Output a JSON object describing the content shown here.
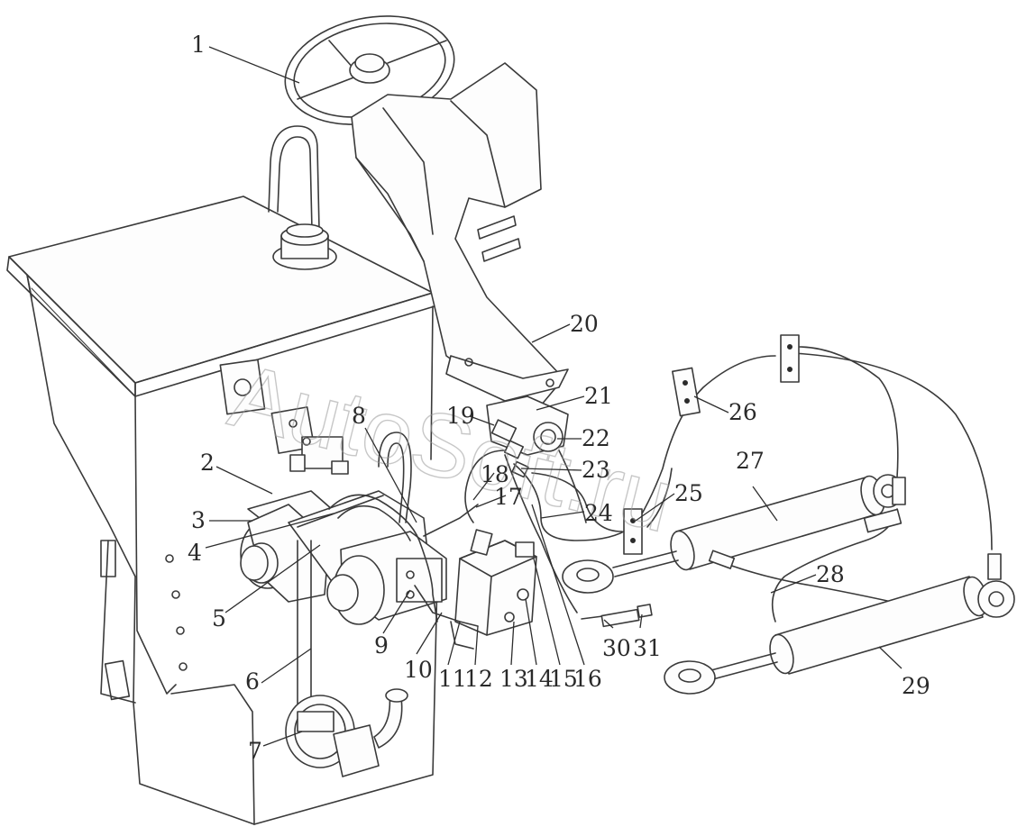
{
  "watermark": "AutoSoft.ru",
  "callouts": [
    {
      "id": "1",
      "text": "1"
    },
    {
      "id": "2",
      "text": "2"
    },
    {
      "id": "3",
      "text": "3"
    },
    {
      "id": "4",
      "text": "4"
    },
    {
      "id": "5",
      "text": "5"
    },
    {
      "id": "6",
      "text": "6"
    },
    {
      "id": "7",
      "text": "7"
    },
    {
      "id": "8",
      "text": "8"
    },
    {
      "id": "9",
      "text": "9"
    },
    {
      "id": "10",
      "text": "10"
    },
    {
      "id": "11",
      "text": "11"
    },
    {
      "id": "12",
      "text": "12"
    },
    {
      "id": "13",
      "text": "13"
    },
    {
      "id": "14",
      "text": "14"
    },
    {
      "id": "15",
      "text": "15"
    },
    {
      "id": "16",
      "text": "16"
    },
    {
      "id": "17",
      "text": "17"
    },
    {
      "id": "18",
      "text": "18"
    },
    {
      "id": "19",
      "text": "19"
    },
    {
      "id": "20",
      "text": "20"
    },
    {
      "id": "21",
      "text": "21"
    },
    {
      "id": "22",
      "text": "22"
    },
    {
      "id": "23",
      "text": "23"
    },
    {
      "id": "24",
      "text": "24"
    },
    {
      "id": "25",
      "text": "25"
    },
    {
      "id": "26",
      "text": "26"
    },
    {
      "id": "27",
      "text": "27"
    },
    {
      "id": "28",
      "text": "28"
    },
    {
      "id": "29",
      "text": "29"
    },
    {
      "id": "30",
      "text": "30"
    },
    {
      "id": "31",
      "text": "31"
    }
  ]
}
